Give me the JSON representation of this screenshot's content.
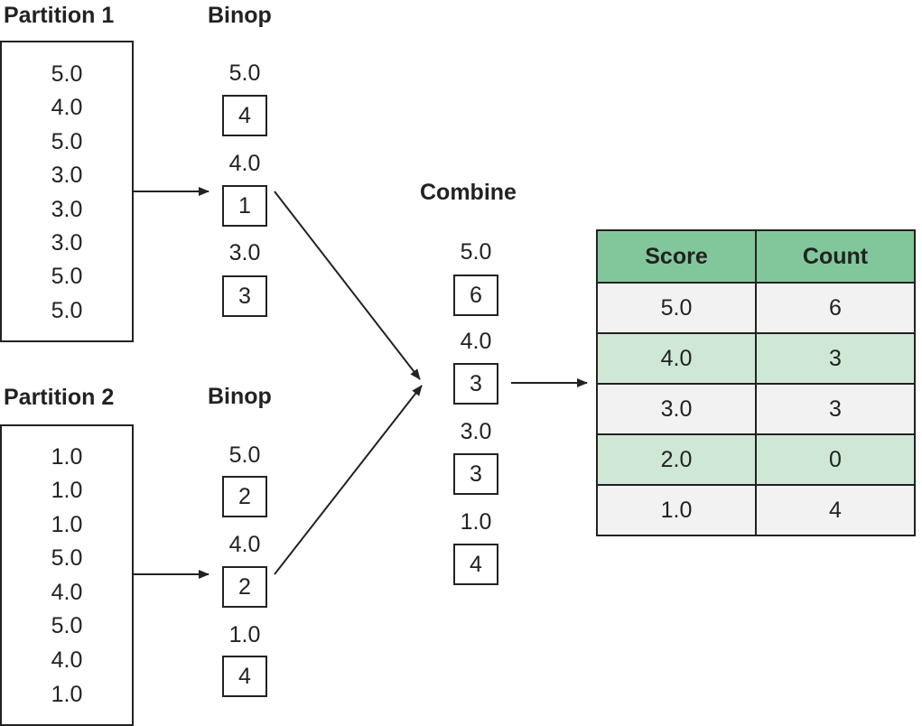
{
  "partition1": {
    "title": "Partition 1",
    "values": [
      "5.0",
      "4.0",
      "5.0",
      "3.0",
      "3.0",
      "3.0",
      "5.0",
      "5.0"
    ]
  },
  "partition2": {
    "title": "Partition 2",
    "values": [
      "1.0",
      "1.0",
      "1.0",
      "5.0",
      "4.0",
      "5.0",
      "4.0",
      "1.0"
    ]
  },
  "binop1": {
    "title": "Binop",
    "entries": [
      {
        "key": "5.0",
        "count": "4"
      },
      {
        "key": "4.0",
        "count": "1"
      },
      {
        "key": "3.0",
        "count": "3"
      }
    ]
  },
  "binop2": {
    "title": "Binop",
    "entries": [
      {
        "key": "5.0",
        "count": "2"
      },
      {
        "key": "4.0",
        "count": "2"
      },
      {
        "key": "1.0",
        "count": "4"
      }
    ]
  },
  "combine": {
    "title": "Combine",
    "entries": [
      {
        "key": "5.0",
        "count": "6"
      },
      {
        "key": "4.0",
        "count": "3"
      },
      {
        "key": "3.0",
        "count": "3"
      },
      {
        "key": "1.0",
        "count": "4"
      }
    ]
  },
  "result": {
    "headers": [
      "Score",
      "Count"
    ],
    "rows": [
      [
        "5.0",
        "6"
      ],
      [
        "4.0",
        "3"
      ],
      [
        "3.0",
        "3"
      ],
      [
        "2.0",
        "0"
      ],
      [
        "1.0",
        "4"
      ]
    ],
    "colors": {
      "header": "#82c79b",
      "row_light": "#f2f2f2",
      "row_green": "#cfe8d6"
    }
  }
}
